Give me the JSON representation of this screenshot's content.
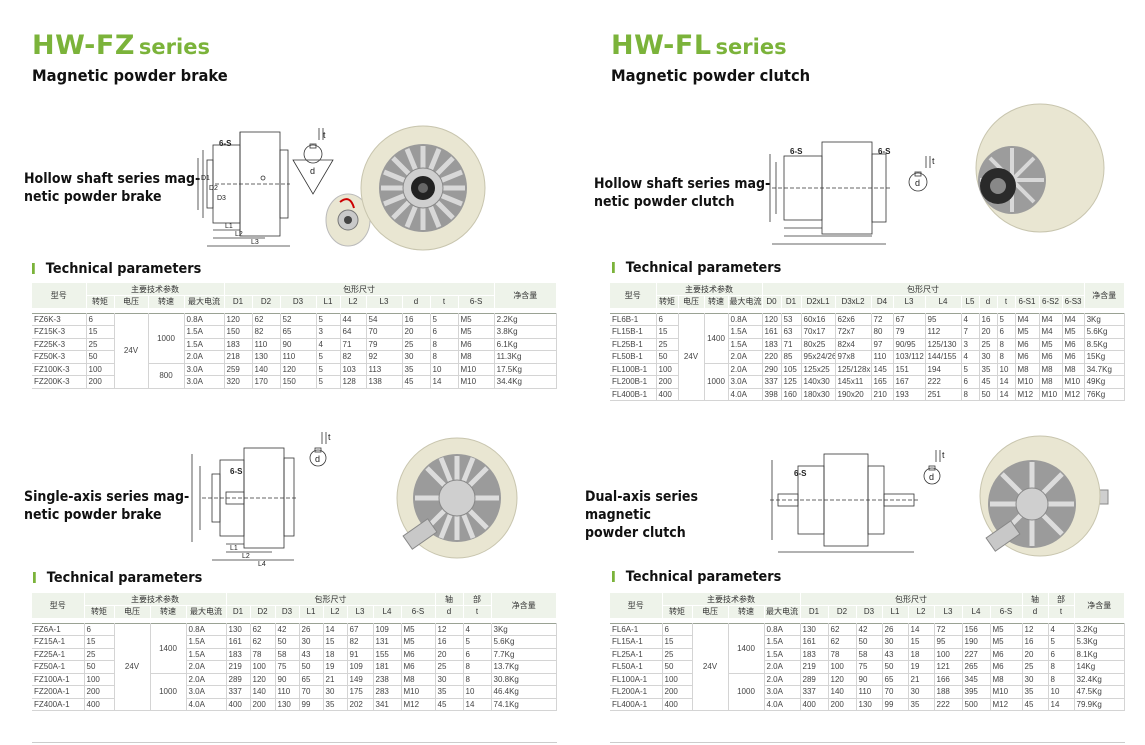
{
  "fz": {
    "code": "HW-FZ",
    "series_word": "series",
    "subtitle": "Magnetic powder brake",
    "hollow": {
      "desc": [
        "Hollow shaft series mag-",
        "netic powder brake"
      ],
      "tech_title": "Technical parameters",
      "h_group": "主要技术参数",
      "h_dim": "包形尺寸",
      "cols": [
        "转矩",
        "电压",
        "转速",
        "最大电流",
        "D1",
        "D2",
        "D3",
        "L1",
        "L2",
        "L3",
        "d",
        "t",
        "6-S"
      ],
      "model_h": "型号",
      "weight_h": "净含量",
      "voltage": "24V",
      "speeds": [
        "1000",
        "800"
      ],
      "rows": [
        {
          "model": "FZ6K-3",
          "torque": "6",
          "cur": "0.8A",
          "d1": "120",
          "d2": "62",
          "d3": "52",
          "l1": "5",
          "l2": "44",
          "l3": "54",
          "d": "16",
          "t": "5",
          "s": "M5",
          "w": "2.2Kg"
        },
        {
          "model": "FZ15K-3",
          "torque": "15",
          "cur": "1.5A",
          "d1": "150",
          "d2": "82",
          "d3": "65",
          "l1": "3",
          "l2": "64",
          "l3": "70",
          "d": "20",
          "t": "6",
          "s": "M5",
          "w": "3.8Kg"
        },
        {
          "model": "FZ25K-3",
          "torque": "25",
          "cur": "1.5A",
          "d1": "183",
          "d2": "110",
          "d3": "90",
          "l1": "4",
          "l2": "71",
          "l3": "79",
          "d": "25",
          "t": "8",
          "s": "M6",
          "w": "6.1Kg"
        },
        {
          "model": "FZ50K-3",
          "torque": "50",
          "cur": "2.0A",
          "d1": "218",
          "d2": "130",
          "d3": "110",
          "l1": "5",
          "l2": "82",
          "l3": "92",
          "d": "30",
          "t": "8",
          "s": "M8",
          "w": "11.3Kg"
        },
        {
          "model": "FZ100K-3",
          "torque": "100",
          "cur": "3.0A",
          "d1": "259",
          "d2": "140",
          "d3": "120",
          "l1": "5",
          "l2": "103",
          "l3": "113",
          "d": "35",
          "t": "10",
          "s": "M10",
          "w": "17.5Kg"
        },
        {
          "model": "FZ200K-3",
          "torque": "200",
          "cur": "3.0A",
          "d1": "320",
          "d2": "170",
          "d3": "150",
          "l1": "5",
          "l2": "128",
          "l3": "138",
          "d": "45",
          "t": "14",
          "s": "M10",
          "w": "34.4Kg"
        }
      ]
    },
    "single": {
      "desc": [
        "Single-axis series mag-",
        "netic powder brake"
      ],
      "tech_title": "Technical parameters",
      "h_group": "主要技术参数",
      "h_dim": "包形尺寸",
      "h_shaft": "轴",
      "h_part": "部",
      "cols": [
        "转矩",
        "电压",
        "转速",
        "最大电流",
        "D1",
        "D2",
        "D3",
        "L1",
        "L2",
        "L3",
        "L4",
        "6-S",
        "d",
        "t"
      ],
      "model_h": "型号",
      "weight_h": "净含量",
      "voltage": "24V",
      "speeds": [
        "1400",
        "1000"
      ],
      "rows": [
        {
          "model": "FZ6A-1",
          "torque": "6",
          "cur": "0.8A",
          "v": [
            "130",
            "62",
            "42",
            "26",
            "14",
            "67",
            "109",
            "M5",
            "12",
            "4"
          ],
          "w": "3Kg"
        },
        {
          "model": "FZ15A-1",
          "torque": "15",
          "cur": "1.5A",
          "v": [
            "161",
            "62",
            "50",
            "30",
            "15",
            "82",
            "131",
            "M5",
            "16",
            "5"
          ],
          "w": "5.6Kg"
        },
        {
          "model": "FZ25A-1",
          "torque": "25",
          "cur": "1.5A",
          "v": [
            "183",
            "78",
            "58",
            "43",
            "18",
            "91",
            "155",
            "M6",
            "20",
            "6"
          ],
          "w": "7.7Kg"
        },
        {
          "model": "FZ50A-1",
          "torque": "50",
          "cur": "2.0A",
          "v": [
            "219",
            "100",
            "75",
            "50",
            "19",
            "109",
            "181",
            "M6",
            "25",
            "8"
          ],
          "w": "13.7Kg"
        },
        {
          "model": "FZ100A-1",
          "torque": "100",
          "cur": "2.0A",
          "v": [
            "289",
            "120",
            "90",
            "65",
            "21",
            "149",
            "238",
            "M8",
            "30",
            "8"
          ],
          "w": "30.8Kg"
        },
        {
          "model": "FZ200A-1",
          "torque": "200",
          "cur": "3.0A",
          "v": [
            "337",
            "140",
            "110",
            "70",
            "30",
            "175",
            "283",
            "M10",
            "35",
            "10"
          ],
          "w": "46.4Kg"
        },
        {
          "model": "FZ400A-1",
          "torque": "400",
          "cur": "4.0A",
          "v": [
            "400",
            "200",
            "130",
            "99",
            "35",
            "202",
            "341",
            "M12",
            "45",
            "14"
          ],
          "w": "74.1Kg"
        }
      ]
    }
  },
  "fl": {
    "code": "HW-FL",
    "series_word": "series",
    "subtitle": "Magnetic powder clutch",
    "hollow": {
      "desc": [
        "Hollow shaft series mag-",
        "netic powder clutch"
      ],
      "tech_title": "Technical parameters",
      "h_group": "主要技术参数",
      "h_dim": "包形尺寸",
      "cols": [
        "转矩",
        "电压",
        "转速",
        "最大电流",
        "D0",
        "D1",
        "D2xL1",
        "D3xL2",
        "D4",
        "L3",
        "L4",
        "L5",
        "d",
        "t",
        "6-S1",
        "6-S2",
        "6-S3"
      ],
      "model_h": "型号",
      "weight_h": "净含量",
      "voltage": "24V",
      "speeds": [
        "1400",
        "1000"
      ],
      "rows": [
        {
          "model": "FL6B-1",
          "torque": "6",
          "cur": "0.8A",
          "v": [
            "120",
            "53",
            "60x16",
            "62x6",
            "72",
            "67",
            "95",
            "4",
            "16",
            "5",
            "M4",
            "M4",
            "M4"
          ],
          "w": "3Kg"
        },
        {
          "model": "FL15B-1",
          "torque": "15",
          "cur": "1.5A",
          "v": [
            "161",
            "63",
            "70x17",
            "72x7",
            "80",
            "79",
            "112",
            "7",
            "20",
            "6",
            "M5",
            "M4",
            "M5"
          ],
          "w": "5.6Kg"
        },
        {
          "model": "FL25B-1",
          "torque": "25",
          "cur": "1.5A",
          "v": [
            "183",
            "71",
            "80x25",
            "82x4",
            "97",
            "90/95",
            "125/130",
            "3",
            "25",
            "8",
            "M6",
            "M5",
            "M6"
          ],
          "w": "8.5Kg"
        },
        {
          "model": "FL50B-1",
          "torque": "50",
          "cur": "2.0A",
          "v": [
            "220",
            "85",
            "95x24/26",
            "97x8",
            "110",
            "103/112",
            "144/155",
            "4",
            "30",
            "8",
            "M6",
            "M6",
            "M6"
          ],
          "w": "15Kg"
        },
        {
          "model": "FL100B-1",
          "torque": "100",
          "cur": "2.0A",
          "v": [
            "290",
            "105",
            "125x25",
            "125/128x11",
            "145",
            "151",
            "194",
            "5",
            "35",
            "10",
            "M8",
            "M8",
            "M8"
          ],
          "w": "34.7Kg"
        },
        {
          "model": "FL200B-1",
          "torque": "200",
          "cur": "3.0A",
          "v": [
            "337",
            "125",
            "140x30",
            "145x11",
            "165",
            "167",
            "222",
            "6",
            "45",
            "14",
            "M10",
            "M8",
            "M10"
          ],
          "w": "49Kg"
        },
        {
          "model": "FL400B-1",
          "torque": "400",
          "cur": "4.0A",
          "v": [
            "398",
            "160",
            "180x30",
            "190x20",
            "210",
            "193",
            "251",
            "8",
            "50",
            "14",
            "M12",
            "M10",
            "M12"
          ],
          "w": "76Kg"
        }
      ]
    },
    "dual": {
      "desc": [
        "Dual-axis series magnetic",
        "powder clutch"
      ],
      "tech_title": "Technical parameters",
      "h_group": "主要技术参数",
      "h_dim": "包形尺寸",
      "h_shaft": "轴",
      "h_part": "部",
      "cols": [
        "转矩",
        "电压",
        "转速",
        "最大电流",
        "D1",
        "D2",
        "D3",
        "L1",
        "L2",
        "L3",
        "L4",
        "6-S",
        "d",
        "t"
      ],
      "model_h": "型号",
      "weight_h": "净含量",
      "voltage": "24V",
      "speeds": [
        "1400",
        "1000"
      ],
      "rows": [
        {
          "model": "FL6A-1",
          "torque": "6",
          "cur": "0.8A",
          "v": [
            "130",
            "62",
            "42",
            "26",
            "14",
            "72",
            "156",
            "M5",
            "12",
            "4"
          ],
          "w": "3.2Kg"
        },
        {
          "model": "FL15A-1",
          "torque": "15",
          "cur": "1.5A",
          "v": [
            "161",
            "62",
            "50",
            "30",
            "15",
            "95",
            "190",
            "M5",
            "16",
            "5"
          ],
          "w": "5.3Kg"
        },
        {
          "model": "FL25A-1",
          "torque": "25",
          "cur": "1.5A",
          "v": [
            "183",
            "78",
            "58",
            "43",
            "18",
            "100",
            "227",
            "M6",
            "20",
            "6"
          ],
          "w": "8.1Kg"
        },
        {
          "model": "FL50A-1",
          "torque": "50",
          "cur": "2.0A",
          "v": [
            "219",
            "100",
            "75",
            "50",
            "19",
            "121",
            "265",
            "M6",
            "25",
            "8"
          ],
          "w": "14Kg"
        },
        {
          "model": "FL100A-1",
          "torque": "100",
          "cur": "2.0A",
          "v": [
            "289",
            "120",
            "90",
            "65",
            "21",
            "166",
            "345",
            "M8",
            "30",
            "8"
          ],
          "w": "32.4Kg"
        },
        {
          "model": "FL200A-1",
          "torque": "200",
          "cur": "3.0A",
          "v": [
            "337",
            "140",
            "110",
            "70",
            "30",
            "188",
            "395",
            "M10",
            "35",
            "10"
          ],
          "w": "47.5Kg"
        },
        {
          "model": "FL400A-1",
          "torque": "400",
          "cur": "4.0A",
          "v": [
            "400",
            "200",
            "130",
            "99",
            "35",
            "222",
            "500",
            "M12",
            "45",
            "14"
          ],
          "w": "79.9Kg"
        }
      ]
    }
  },
  "drawing_labels": {
    "s6": "6-S",
    "s6_clutch": "6-S",
    "t": "t",
    "d": "d",
    "D1": "D1",
    "D2": "D2",
    "D3": "D3",
    "L1": "L1",
    "L2": "L2",
    "L3": "L3",
    "L4": "L4"
  },
  "colors": {
    "accent": "#7bb33a",
    "header_bg": "#eef3ea",
    "body_bg": "#e9e6d2"
  }
}
